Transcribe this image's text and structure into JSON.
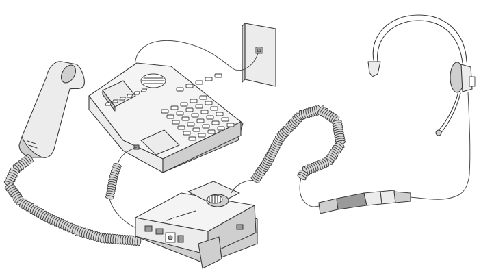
{
  "figure": {
    "components": [
      "handset",
      "desk-telephone",
      "wall-jack",
      "amplifier-base",
      "headset"
    ],
    "colors": {
      "line": "#3a3a3a",
      "surface": "#ececec",
      "shade": "#cfcfcf",
      "background": "#ffffff"
    }
  }
}
